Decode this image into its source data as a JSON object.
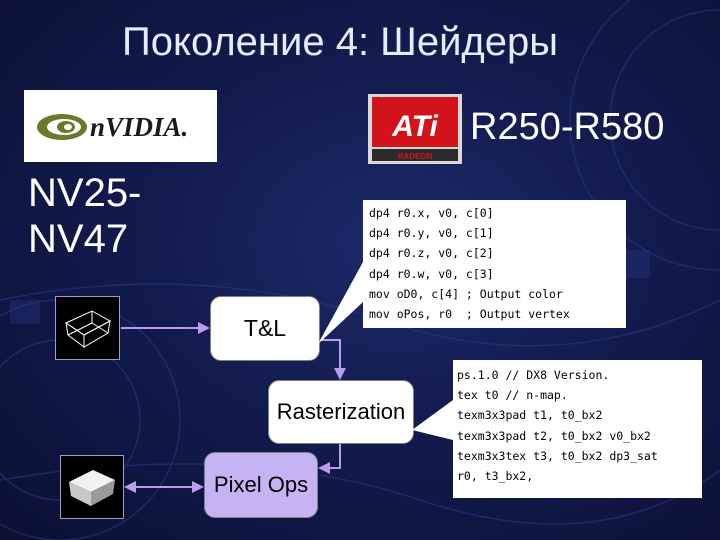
{
  "slide": {
    "title": "Поколение 4: Шейдеры",
    "nvidia_logo_text": "nVIDIA.",
    "ati_logo_text": "ATi",
    "ati_logo_subtext": "RADEON",
    "ati_range": "R250-R580",
    "nvidia_range_line1": "NV25-",
    "nvidia_range_line2": "NV47"
  },
  "pipeline": {
    "tl_label": "T&L",
    "rasterization_label": "Rasterization",
    "pixel_ops_label": "Pixel Ops"
  },
  "vertex_shader_code": "dp4 r0.x, v0, c[0]\ndp4 r0.y, v0, c[1]\ndp4 r0.z, v0, c[2]\ndp4 r0.w, v0, c[3]\nmov oD0, c[4] ; Output color\nmov oPos, r0  ; Output vertex",
  "pixel_shader_code": "ps.1.0 // DX8 Version.\ntex t0 // n-map.\ntexm3x3pad t1, t0_bx2\ntexm3x3pad t2, t0_bx2 v0_bx2\ntexm3x3tex t3, t0_bx2 dp3_sat\nr0, t3_bx2,",
  "colors": {
    "background": "#121b4e",
    "arrow": "#b79cf0",
    "pixel_ops_fill": "#c5b3f3",
    "ati_red": "#d3131b"
  }
}
